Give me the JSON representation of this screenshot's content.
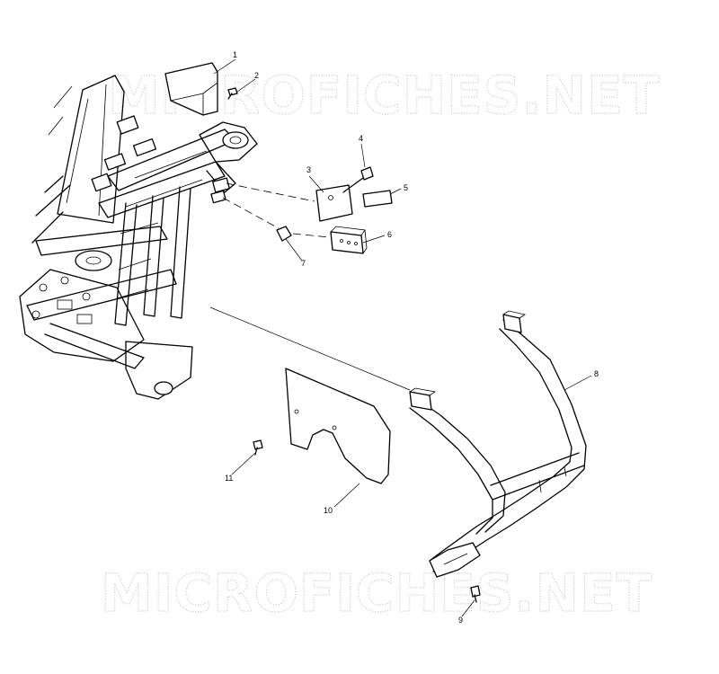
{
  "watermark": "MICROFICHES.NET",
  "callouts": [
    {
      "id": "1",
      "label": "1"
    },
    {
      "id": "2",
      "label": "2"
    },
    {
      "id": "3",
      "label": "3"
    },
    {
      "id": "4",
      "label": "4"
    },
    {
      "id": "5",
      "label": "5"
    },
    {
      "id": "6",
      "label": "6"
    },
    {
      "id": "7",
      "label": "7"
    },
    {
      "id": "8",
      "label": "8"
    },
    {
      "id": "9",
      "label": "9"
    },
    {
      "id": "10",
      "label": "10"
    },
    {
      "id": "11",
      "label": "11"
    }
  ]
}
